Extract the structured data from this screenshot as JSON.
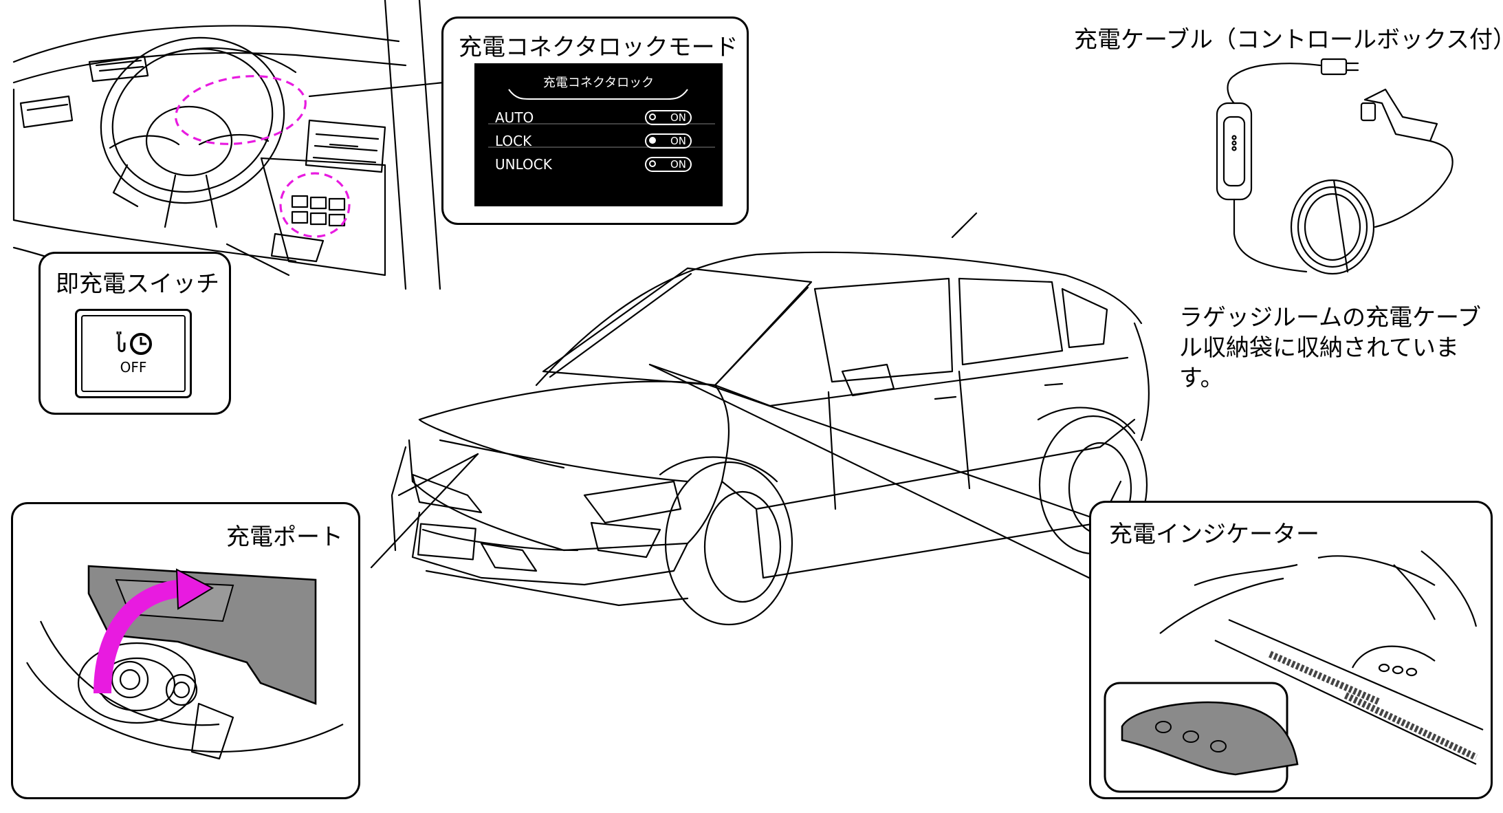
{
  "labels": {
    "connector_lock_mode": "充電コネクタロックモード",
    "charging_cable": "充電ケーブル（コントロールボックス付）",
    "cable_note": "ラゲッジルームの充電ケーブル収納袋に収納されています。",
    "instant_charge_switch": "即充電スイッチ",
    "charge_port": "充電ポート",
    "charge_indicator": "充電インジケーター"
  },
  "lcd": {
    "heading": "充電コネクタロック",
    "rows": [
      {
        "label": "AUTO",
        "toggle": "ON"
      },
      {
        "label": "LOCK",
        "toggle": "ON"
      },
      {
        "label": "UNLOCK",
        "toggle": "ON"
      }
    ]
  },
  "switch": {
    "text": "OFF",
    "icon": "timer-charge-icon"
  },
  "colors": {
    "highlight": "#e81be0",
    "panel_gray": "#8a8a8a",
    "lcd_bg": "#000000",
    "line": "#000000"
  }
}
